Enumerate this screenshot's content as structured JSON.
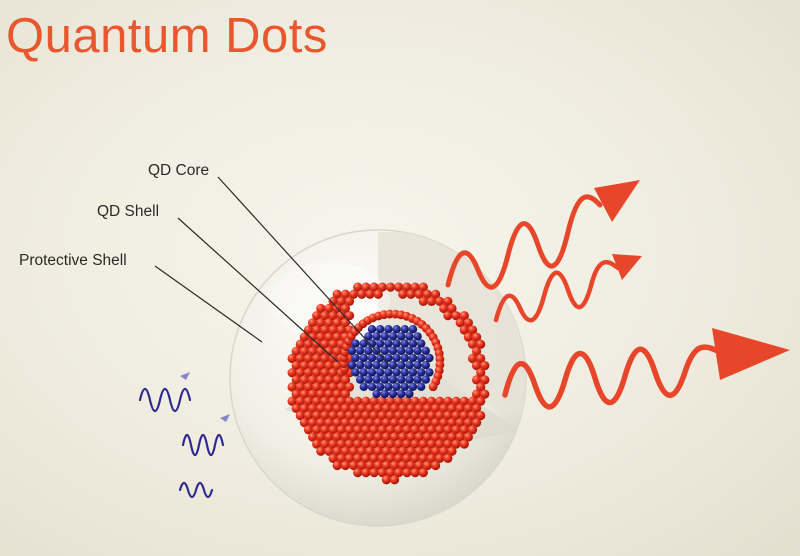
{
  "title": "Quantum Dots",
  "labels": {
    "core": "QD Core",
    "shell": "QD Shell",
    "protective": "Protective Shell"
  },
  "colors": {
    "title": "#e8582e",
    "core": "#2a2f9a",
    "shell": "#e83a22",
    "emission_wave": "#e8462a",
    "absorption_wave": "#2e2a8e"
  },
  "icons": [
    "incoming-blue-wave-icon",
    "emitted-red-wave-arrow-icon"
  ]
}
